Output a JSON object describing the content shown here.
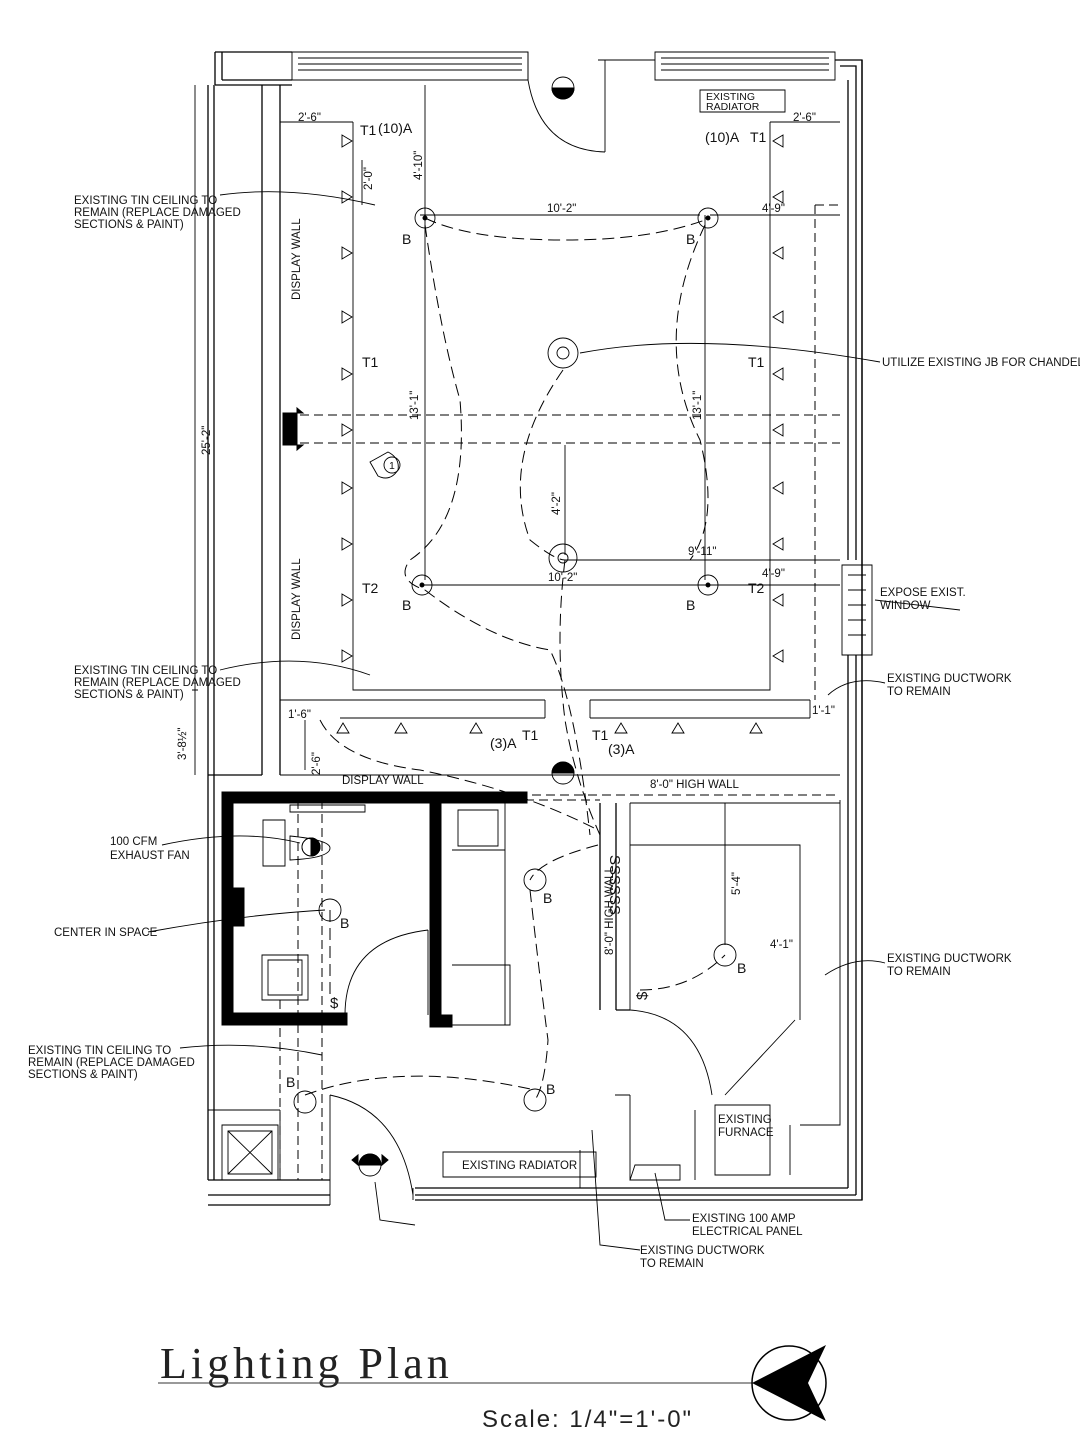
{
  "title": "Lighting Plan",
  "scale": "Scale:  1/4\"=1'-0\"",
  "notes": {
    "tin_ceiling_1_l1": "EXISTING TIN CEILING TO",
    "tin_ceiling_1_l2": "REMAIN (REPLACE DAMAGED",
    "tin_ceiling_1_l3": "SECTIONS & PAINT)",
    "tin_ceiling_2_l1": "EXISTING TIN CEILING TO",
    "tin_ceiling_2_l2": "REMAIN (REPLACE DAMAGED",
    "tin_ceiling_2_l3": "SECTIONS & PAINT)",
    "tin_ceiling_3_l1": "EXISTING TIN CEILING TO",
    "tin_ceiling_3_l2": "REMAIN (REPLACE DAMAGED",
    "tin_ceiling_3_l3": "SECTIONS & PAINT)",
    "exhaust_l1": "100 CFM",
    "exhaust_l2": "EXHAUST FAN",
    "center_in_space": "CENTER IN SPACE",
    "chandelier": "UTILIZE EXISTING JB FOR CHANDELIE",
    "expose_window_l1": "EXPOSE EXIST.",
    "expose_window_l2": "WINDOW",
    "ductwork_1_l1": "EXISTING DUCTWORK",
    "ductwork_1_l2": "TO REMAIN",
    "ductwork_2_l1": "EXISTING DUCTWORK",
    "ductwork_2_l2": "TO REMAIN",
    "ductwork_3_l1": "EXISTING DUCTWORK",
    "ductwork_3_l2": "TO REMAIN",
    "panel_l1": "EXISTING 100 AMP",
    "panel_l2": "ELECTRICAL PANEL"
  },
  "rooms": {
    "radiator_top_l1": "EXISTING",
    "radiator_top_l2": "RADIATOR",
    "radiator_bottom": "EXISTING RADIATOR",
    "furnace_l1": "EXISTING",
    "furnace_l2": "FURNACE",
    "display_wall_1": "DISPLAY WALL",
    "display_wall_2": "DISPLAY WALL",
    "display_wall_3": "DISPLAY WALL",
    "high_wall_h": "8'-0\" HIGH WALL",
    "high_wall_v": "8'-0\" HIGH WALL"
  },
  "dimensions": {
    "d_2_6_left": "2'-6\"",
    "d_2_6_right": "2'-6\"",
    "d_2_0": "2'-0\"",
    "d_4_10": "4'-10\"",
    "d_10_2_top": "10'-2\"",
    "d_4_9_top": "4'-9\"",
    "d_25_2": "25'-2\"",
    "d_13_1_left": "13'-1\"",
    "d_13_1_right": "13'-1\"",
    "d_4_2": "4'-2\"",
    "d_9_11": "9'-11\"",
    "d_10_2_bottom": "10'-2\"",
    "d_4_9_bottom": "4'-9\"",
    "d_3_8": "3'-8½\"",
    "d_1_6": "1'-6\"",
    "d_2_6_small": "2'-6\"",
    "d_1_1": "1'-1\"",
    "d_5_4": "5'-4\"",
    "d_4_1": "4'-1\""
  },
  "fixture_labels": {
    "t1_10a_left": "T1",
    "t1_10a_left_qty": "(10)A",
    "t1_10a_right_qty": "(10)A",
    "t1_10a_right": "T1",
    "t1_mid_left": "T1",
    "t1_mid_right": "T1",
    "t2_left": "T2",
    "t2_right": "T2",
    "qty_3a_left": "(3)A",
    "t1_3a_left": "T1",
    "t1_3a_right": "T1",
    "qty_3a_right": "(3)A",
    "b": "B",
    "switch": "$",
    "switches_stack": "SSSSSS",
    "keynote": "1"
  }
}
